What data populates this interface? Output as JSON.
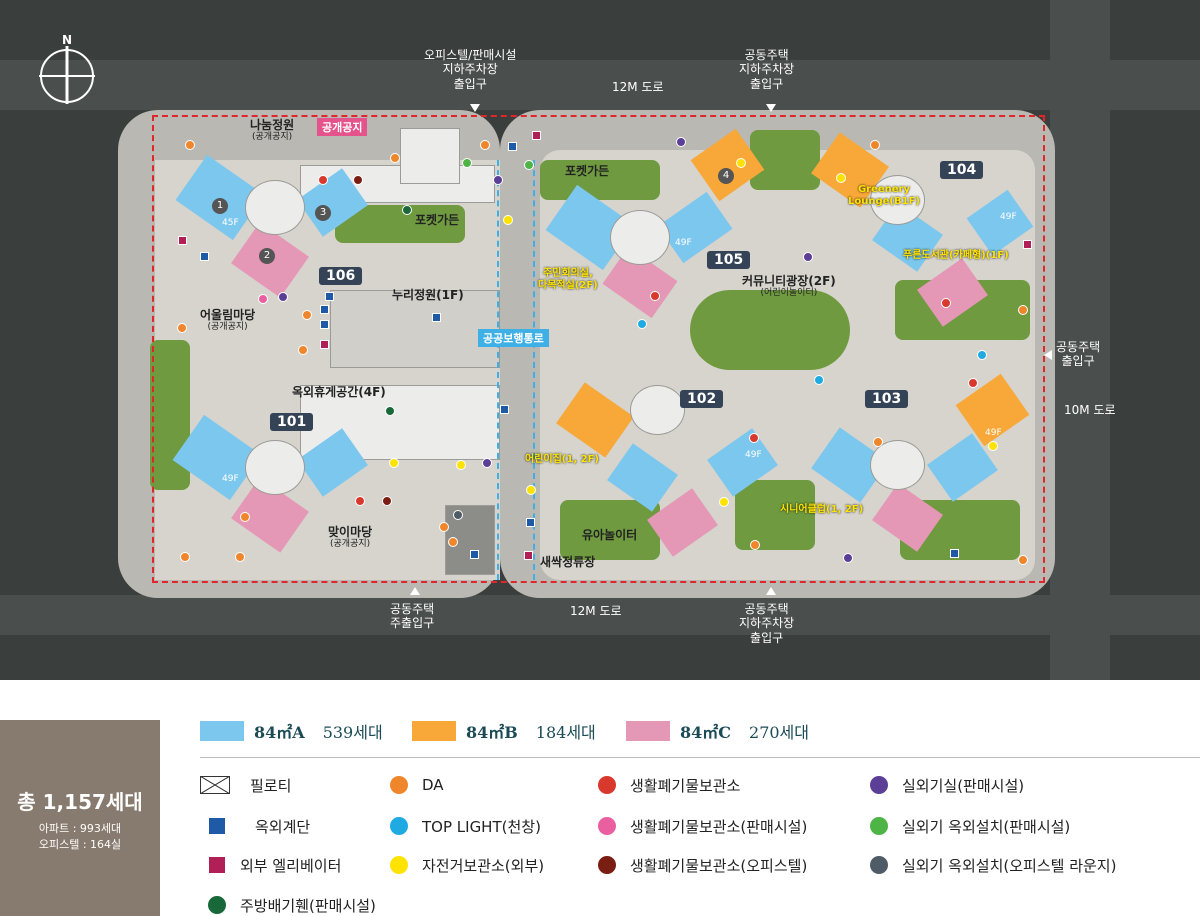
{
  "compass": {
    "north": "N"
  },
  "roads": {
    "top": "12M 도로",
    "bottom": "12M 도로",
    "right": "10M 도로"
  },
  "entrances": {
    "officetel_parking": "오피스텔/판매시설\n지하주차장\n출입구",
    "apt_parking_top": "공동주택\n지하주차장\n출입구",
    "apt_right": "공동주택\n출입구",
    "apt_bottom_left": "공동주택\n주출입구",
    "apt_parking_bottom": "공동주택\n지하주차장\n출입구"
  },
  "places": {
    "nanum": {
      "name": "나눔정원",
      "sub": "(공개공지)"
    },
    "public_tag": "공개공지",
    "pocket1": "포켓가든",
    "pocket2": "포켓가든",
    "nuri": "누리정원(1F)",
    "eoullim": {
      "name": "어울림마당",
      "sub": "(공개공지)"
    },
    "rooftop": "옥외휴게공간(4F)",
    "maji": {
      "name": "맞이마당",
      "sub": "(공개공지)"
    },
    "walkway": "공공보행통로",
    "resident_hall": "주민회의실,\n다목적실(2F)",
    "community": {
      "name": "커뮤니티광장(2F)",
      "sub": "(어린이놀이터)"
    },
    "greenery": "Greenery\nLounge(B1F)",
    "library": "푸른도서관(카페형)(1F)",
    "daycare": "어린이집(1, 2F)",
    "playground": "유아놀이터",
    "sprout": "새싹정류장",
    "senior": "시니어클럽(1, 2F)"
  },
  "dongs": {
    "d101": "101",
    "d102": "102",
    "d103": "103",
    "d104": "104",
    "d105": "105",
    "d106": "106"
  },
  "floor": {
    "f45": "45F",
    "f49": "49F"
  },
  "lines": {
    "l1": "1",
    "l2": "2",
    "l3": "3",
    "l4": "4"
  },
  "colors": {
    "typeA": "#7cc7ee",
    "typeB": "#f7a839",
    "typeC": "#e597b6",
    "da": "#f0862b",
    "stair": "#1f5aa6",
    "toplight": "#1faae2",
    "elevator": "#b11f57",
    "bike": "#ffe300",
    "waste": "#d9392c",
    "waste_retail": "#e95fa0",
    "waste_office": "#7a1d12",
    "outdoor_retail": "#5b3f97",
    "outdoor_retail2": "#4eb446",
    "outdoor_office": "#4f5b66",
    "kitchen": "#19683a"
  },
  "legend": {
    "total": "총 1,157세대",
    "apartment": "아파트 : 993세대",
    "officetel": "오피스텔 : 164실",
    "units": [
      {
        "name": "84㎡A",
        "count": "539세대"
      },
      {
        "name": "84㎡B",
        "count": "184세대"
      },
      {
        "name": "84㎡C",
        "count": "270세대"
      }
    ],
    "items": {
      "piloti": "필로티",
      "da": "DA",
      "waste": "생활폐기물보관소",
      "outdoor_retail": "실외기실(판매시설)",
      "stair": "옥외계단",
      "toplight": "TOP LIGHT(천창)",
      "waste_retail": "생활폐기물보관소(판매시설)",
      "outdoor_retail2": "실외기 옥외설치(판매시설)",
      "elevator": "외부 엘리베이터",
      "bike": "자전거보관소(외부)",
      "waste_office": "생활폐기물보관소(오피스텔)",
      "outdoor_office": "실외기 옥외설치(오피스텔 라운지)",
      "kitchen": "주방배기휀(판매시설)"
    }
  }
}
